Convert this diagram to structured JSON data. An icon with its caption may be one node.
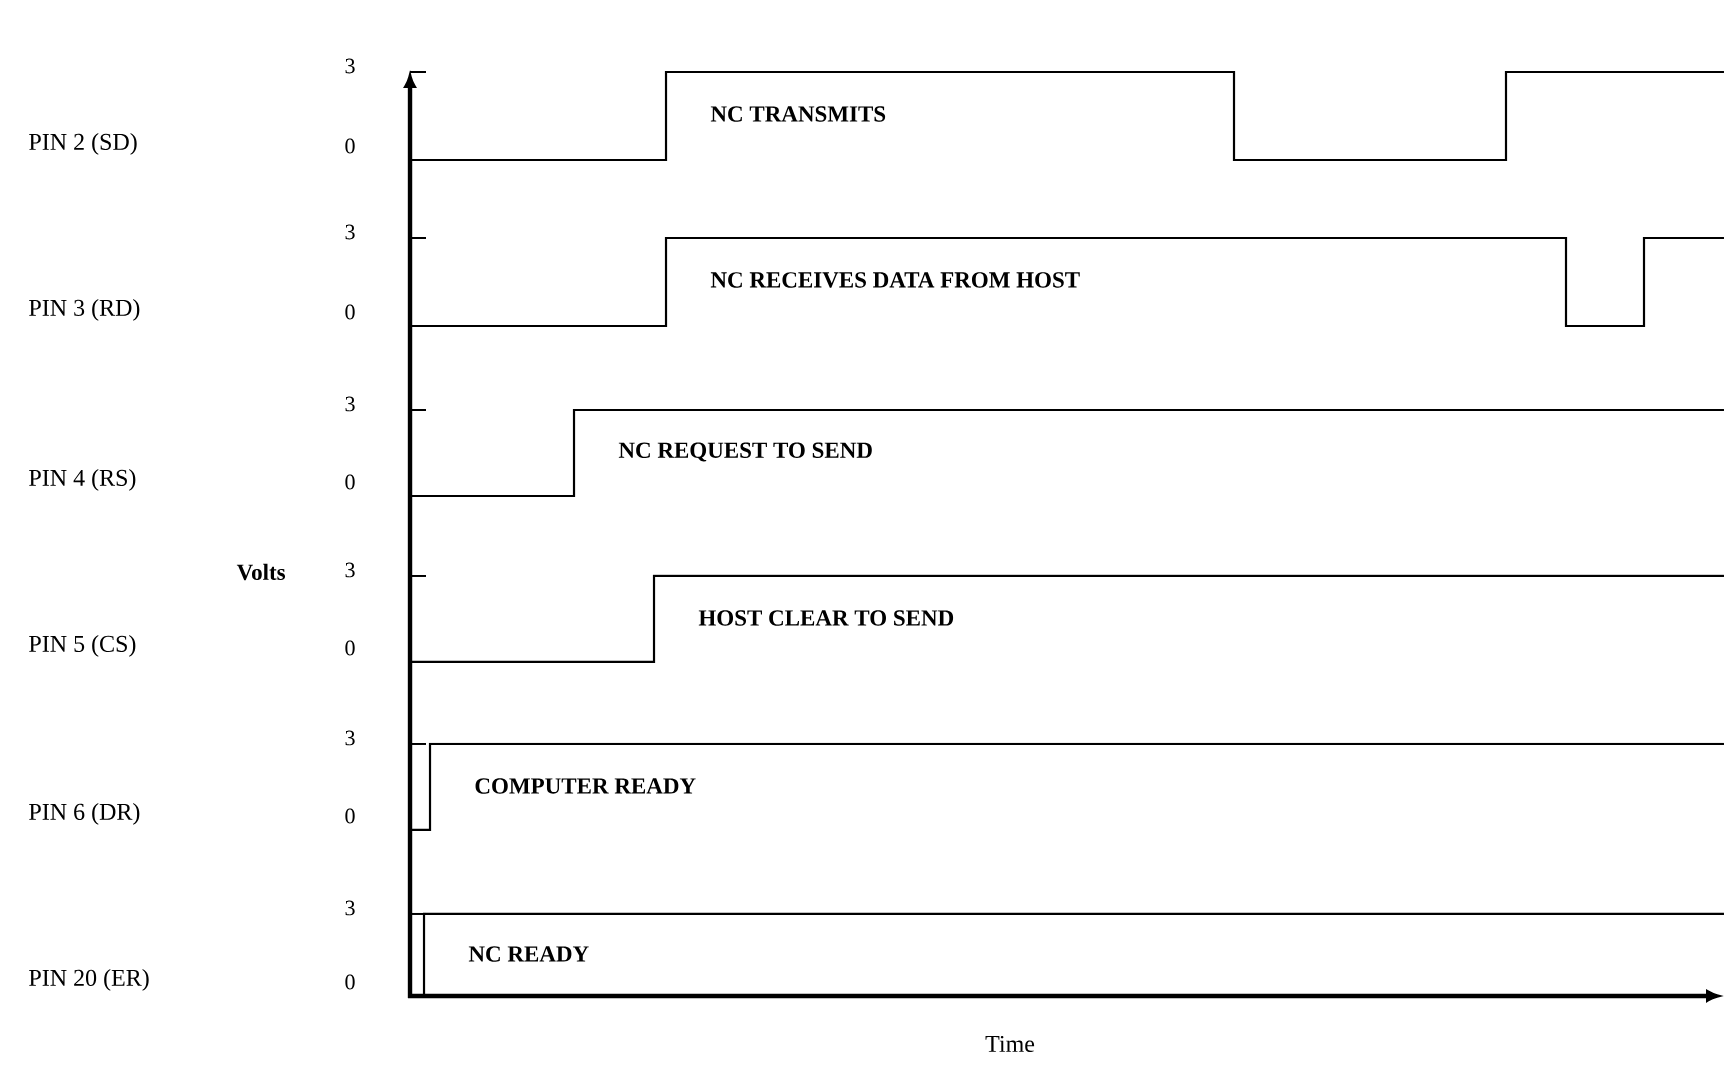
{
  "diagram": {
    "labels": [
      "PIN 2 (SD)",
      "3",
      "0",
      "NC TRANSMITS",
      "PIN 3 (RD)",
      "3",
      "0",
      "NC RECEIVES DATA FROM HOST",
      "PIN 4 (RS)",
      "3",
      "0",
      "NC REQUEST TO SEND",
      "Volts",
      "PIN 5 (CS)",
      "3",
      "0",
      "HOST CLEAR TO SEND",
      "PIN 6 (DR)",
      "3",
      "0",
      "COMPUTER READY",
      "PIN 20 (ER)",
      "3",
      "0",
      "NC READY",
      "Time"
    ]
  }
}
